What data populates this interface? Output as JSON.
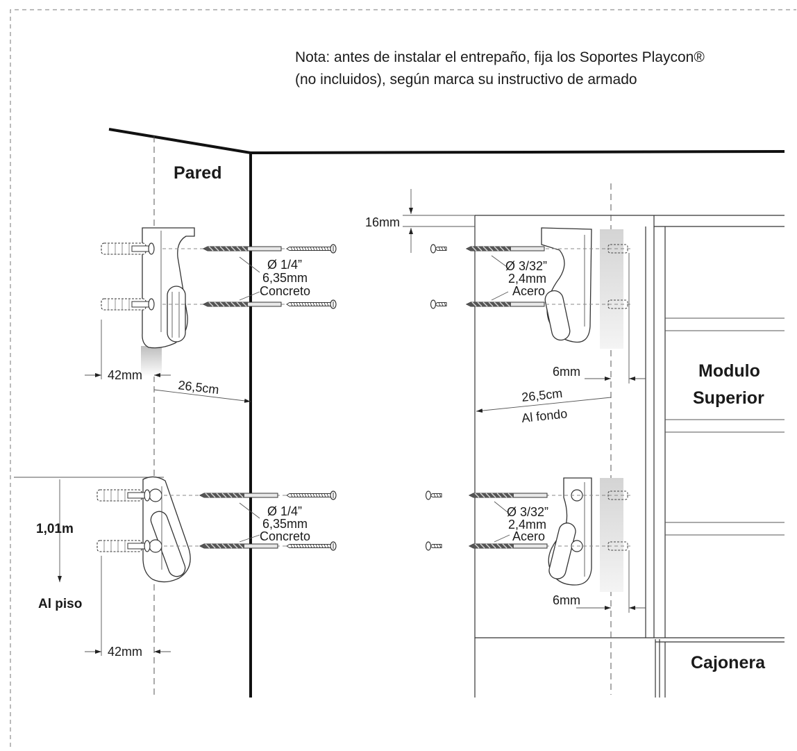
{
  "note": {
    "line1": "Nota: antes de instalar el entrepaño, fija los Soportes Playcon®",
    "line2": "(no incluidos), según marca su instructivo de armado"
  },
  "labels": {
    "wall": "Pared",
    "upper_module_1": "Modulo",
    "upper_module_2": "Superior",
    "drawer": "Cajonera",
    "to_floor": "Al piso",
    "height": "1,01m"
  },
  "dimensions": {
    "shelf_thickness": "16mm",
    "bracket_offset_top": "42mm",
    "bracket_offset_bottom": "42mm",
    "wall_depth": "26,5cm",
    "module_depth": "26,5cm",
    "module_depth_note": "Al fondo",
    "hole_offset_top": "6mm",
    "hole_offset_bottom": "6mm"
  },
  "drill_concrete": {
    "diameter": "Ø 1/4”",
    "metric": "6,35mm",
    "material": "Concreto"
  },
  "drill_steel": {
    "diameter": "Ø 3/32”",
    "metric": "2,4mm",
    "material": "Acero"
  }
}
